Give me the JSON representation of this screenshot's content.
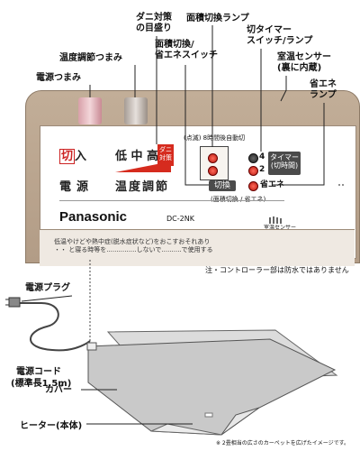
{
  "callouts": {
    "dani_taisaku_memori": "ダニ対策\nの目盛り",
    "menseki_lamp": "面積切換ランプ",
    "menseki_switch": "面積切換/\n省エネスイッチ",
    "timer_switch": "切タイマー\nスイッチ/ランプ",
    "room_sensor": "室温センサー\n(裏に内蔵)",
    "shoene_lamp": "省エネ\nランプ",
    "ondo_knob": "温度調節つまみ",
    "dengen_knob": "電源つまみ"
  },
  "panel": {
    "power_off": "切",
    "power_on": "入",
    "power_label": "電源",
    "temp_scale": "低 中 高",
    "dani_badge": "ダニ\n対策",
    "temp_label": "温度調節",
    "auto_note": "(点滅) 8時間後自動切",
    "kirikae_button": "切換",
    "kirikae_sub": "(面積切換 / 省エネ)",
    "shoene": "省エネ",
    "timer_4": "4",
    "timer_2": "2",
    "timer_button": "タイマー\n(切時間)",
    "brand": "Panasonic",
    "model": "DC-2NK",
    "sensor_label": "室温センサー",
    "warning": "低温やけどや熱中症(脱水症状など)をおこすおそれあり\n・・ と寝る時等を...............しないで..........で使用する"
  },
  "notes": {
    "controller_note": "注・コントローラー部は防水ではありません",
    "footnote": "※ 2畳相当の広さのカーペットを広げたイメージです。"
  },
  "parts": {
    "plug": "電源プラグ",
    "cord": "電源コード",
    "cord_length": "(標準長1.5m)",
    "cover": "カバー",
    "heater": "ヒーター(本体)"
  },
  "colors": {
    "controller_body": "#b8a38c",
    "lamp_red": "#d62b1e",
    "knob_pink": "#e7b9bf",
    "blanket": "#cfcfcf"
  }
}
